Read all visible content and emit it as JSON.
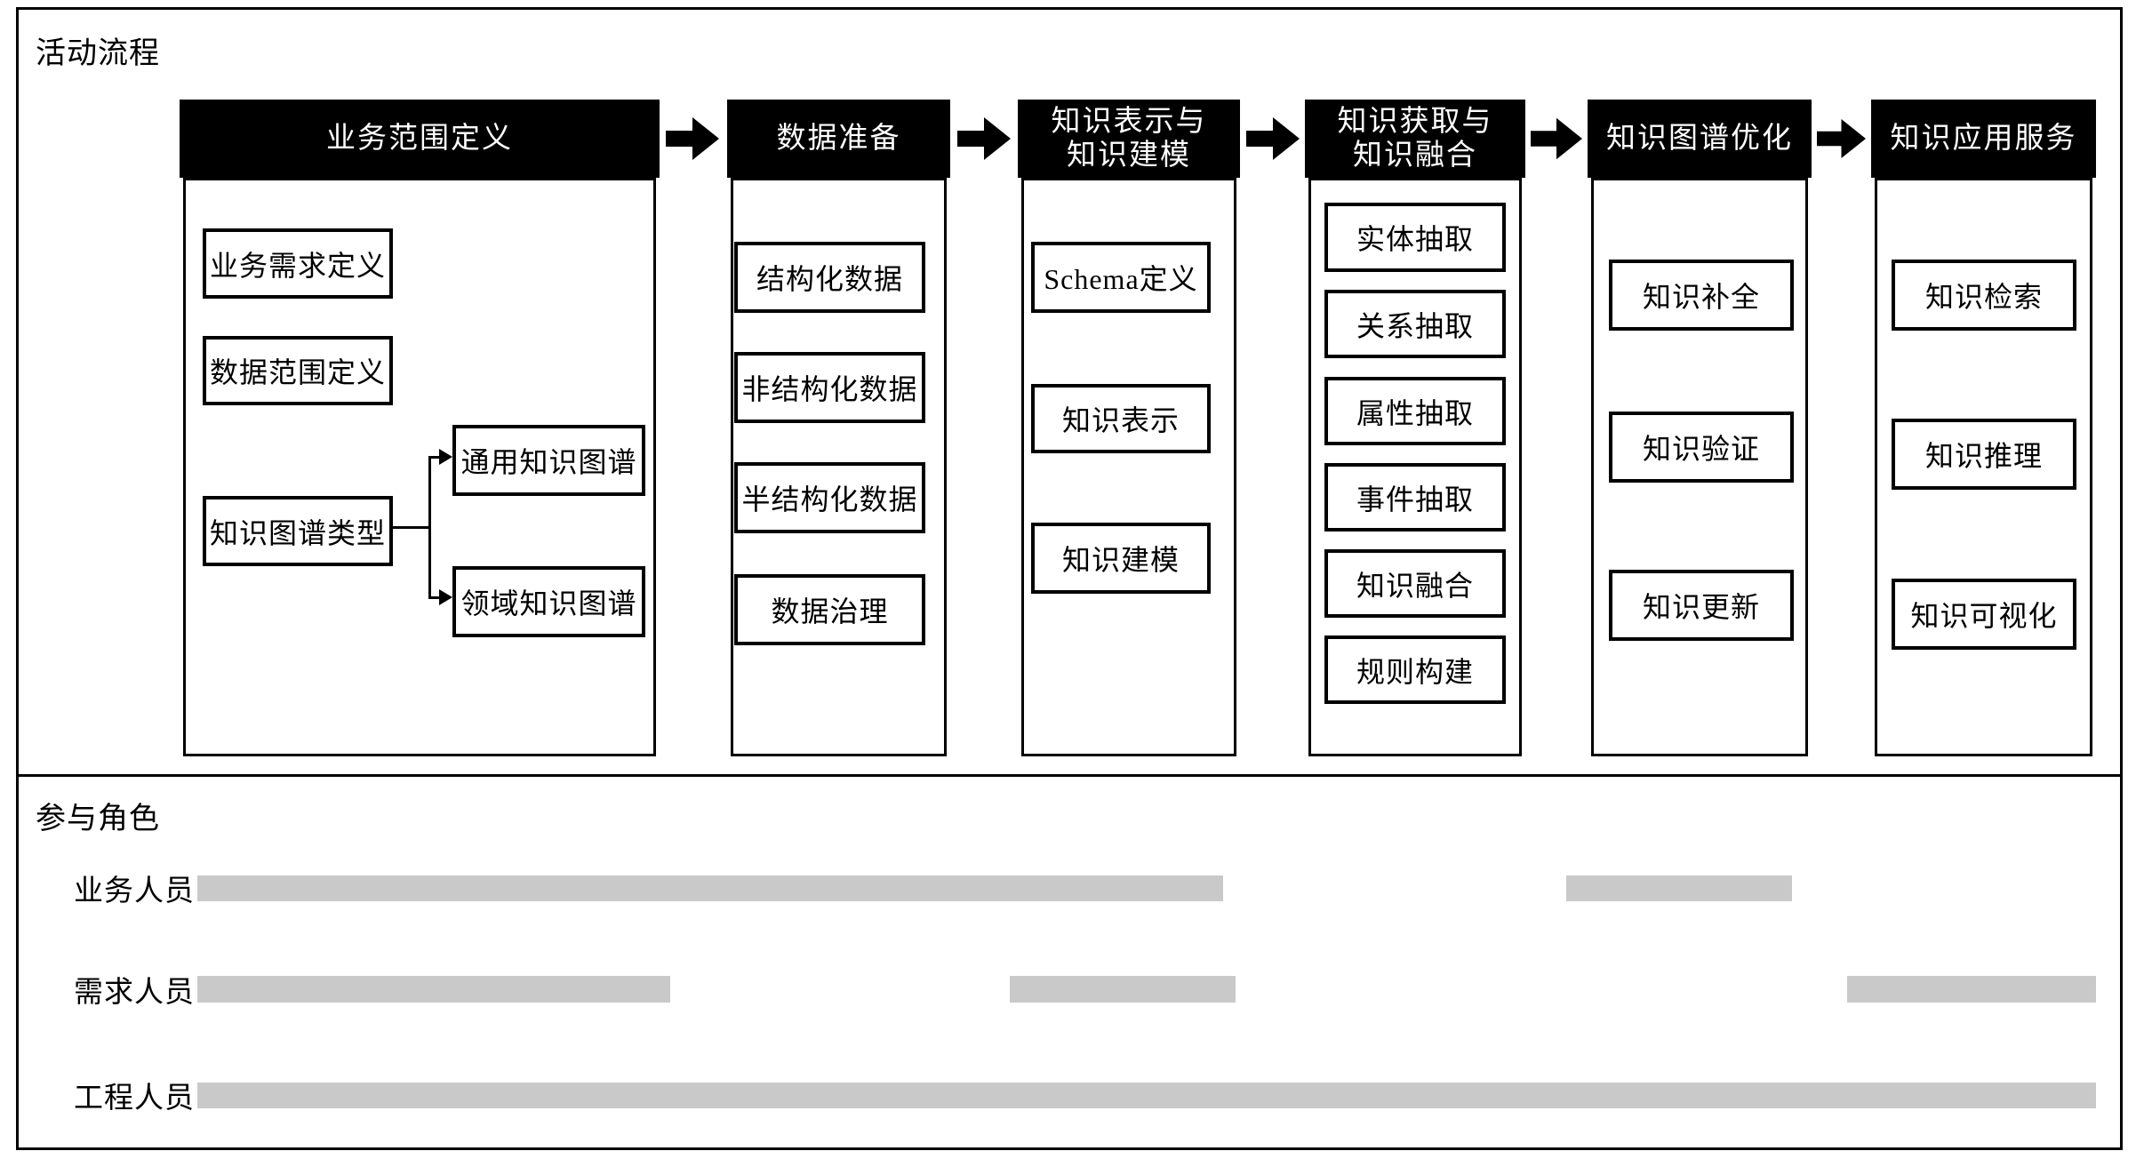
{
  "colors": {
    "bar": "#c9c9c9",
    "header_bg": "#000000",
    "header_text": "#ffffff",
    "line": "#000000"
  },
  "sections": {
    "top": "活动流程",
    "bottom": "参与角色"
  },
  "flow": {
    "columns": [
      {
        "header_lines": [
          "业务范围定义"
        ],
        "main_boxes": [
          "业务需求定义",
          "数据范围定义",
          "知识图谱类型"
        ],
        "branch_boxes": [
          "通用知识图谱",
          "领域知识图谱"
        ]
      },
      {
        "header_lines": [
          "数据准备"
        ],
        "boxes": [
          "结构化数据",
          "非结构化数据",
          "半结构化数据",
          "数据治理"
        ]
      },
      {
        "header_lines": [
          "知识表示与",
          "知识建模"
        ],
        "boxes": [
          "Schema定义",
          "知识表示",
          "知识建模"
        ]
      },
      {
        "header_lines": [
          "知识获取与",
          "知识融合"
        ],
        "boxes": [
          "实体抽取",
          "关系抽取",
          "属性抽取",
          "事件抽取",
          "知识融合",
          "规则构建"
        ]
      },
      {
        "header_lines": [
          "知识图谱优化"
        ],
        "boxes": [
          "知识补全",
          "知识验证",
          "知识更新"
        ]
      },
      {
        "header_lines": [
          "知识应用服务"
        ],
        "boxes": [
          "知识检索",
          "知识推理",
          "知识可视化"
        ]
      }
    ]
  },
  "roles": [
    {
      "label": "业务人员",
      "segments": [
        [
          222,
          1376
        ],
        [
          1762,
          2016
        ]
      ]
    },
    {
      "label": "需求人员",
      "segments": [
        [
          222,
          754
        ],
        [
          1136,
          1390
        ],
        [
          2078,
          2358
        ]
      ]
    },
    {
      "label": "工程人员",
      "segments": [
        [
          222,
          2358
        ]
      ]
    }
  ]
}
